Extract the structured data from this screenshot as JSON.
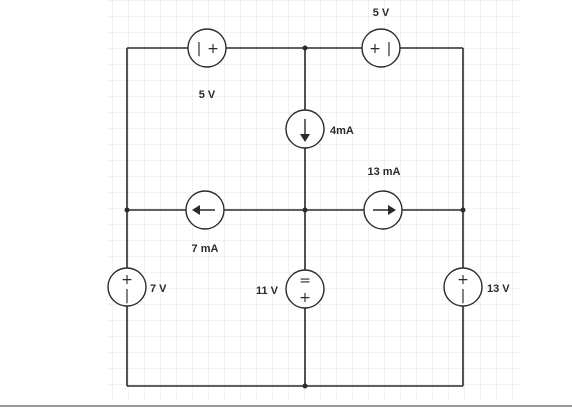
{
  "labels": {
    "v_top_left": "5 V",
    "v_top_right": "5 V",
    "i_center_vertical": "4mA",
    "i_right_horizontal": "13 mA",
    "i_left_horizontal": "7 mA",
    "v_left": "7 V",
    "v_center": "11 V",
    "v_right": "13 V"
  },
  "signs": {
    "top_left_left": "|",
    "top_left_right": "+",
    "top_right_left": "+",
    "top_right_right": "|",
    "left_top": "+",
    "left_bottom": "|",
    "center_top": "=",
    "center_bottom": "+",
    "right_top": "+",
    "right_bottom": "|"
  }
}
